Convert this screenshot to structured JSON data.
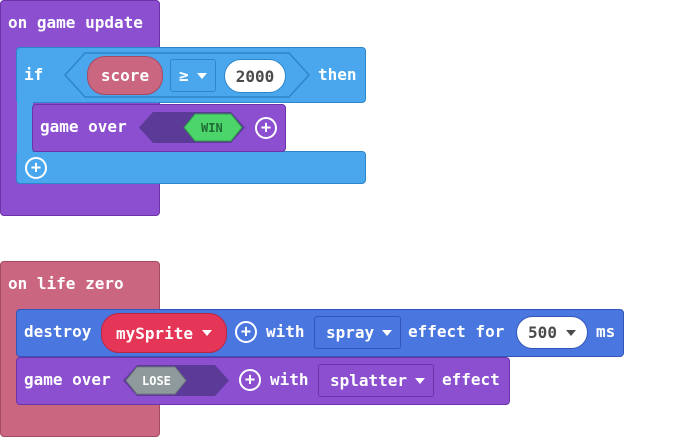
{
  "block1": {
    "hat_label": "on game update",
    "if_label": "if",
    "variable": "score",
    "operator": "≥",
    "value": "2000",
    "then_label": "then",
    "game_over_label": "game over",
    "result_label": "WIN"
  },
  "block2": {
    "hat_label": "on life zero",
    "destroy_label": "destroy",
    "sprite": "mySprite",
    "with_label": "with",
    "effect": "spray",
    "effect_for_label": "effect for",
    "duration": "500",
    "ms_label": "ms",
    "game_over_label": "game over",
    "result_label": "LOSE",
    "with_label2": "with",
    "effect2": "splatter",
    "effect_suffix": "effect"
  },
  "colors": {
    "event_purple": "#8b4fd0",
    "logic_blue": "#4aa7ee",
    "sprite_blue": "#4a76e0",
    "life_pink": "#cb6681",
    "win_green": "#4cd56a",
    "lose_gray": "#8e9a9b",
    "sprite_red": "#e53658"
  },
  "icons": [
    "plus-circle-icon",
    "dropdown-caret-icon"
  ]
}
